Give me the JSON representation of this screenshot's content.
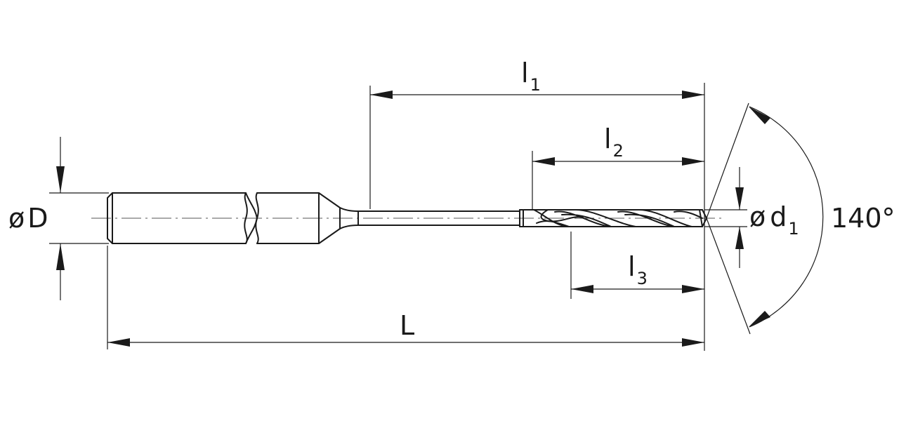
{
  "labels": {
    "shank_diameter_symbol": "ø",
    "shank_diameter_letter": "D",
    "tip_diameter_symbol": "ø",
    "tip_diameter_letter": "d",
    "tip_diameter_sub": "1",
    "angle": "140°",
    "overall_length": "L",
    "l1_letter": "l",
    "l1_sub": "1",
    "l2_letter": "l",
    "l2_sub": "2",
    "l3_letter": "l",
    "l3_sub": "3"
  }
}
